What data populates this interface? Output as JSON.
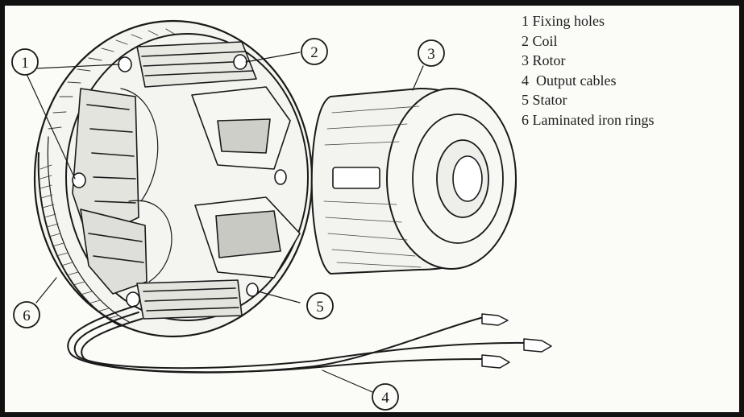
{
  "legend": [
    {
      "num": "1",
      "label": "Fixing holes"
    },
    {
      "num": "2",
      "label": "Coil"
    },
    {
      "num": "3",
      "label": "Rotor"
    },
    {
      "num": "4",
      "label": "Output cables"
    },
    {
      "num": "5",
      "label": "Stator"
    },
    {
      "num": "6",
      "label": "Laminated iron rings"
    }
  ],
  "callouts": {
    "c1": "1",
    "c2": "2",
    "c3": "3",
    "c4": "4",
    "c5": "5",
    "c6": "6"
  },
  "colors": {
    "ink": "#1a1a1a",
    "paper": "#fbfbf8",
    "frame": "#111111"
  }
}
